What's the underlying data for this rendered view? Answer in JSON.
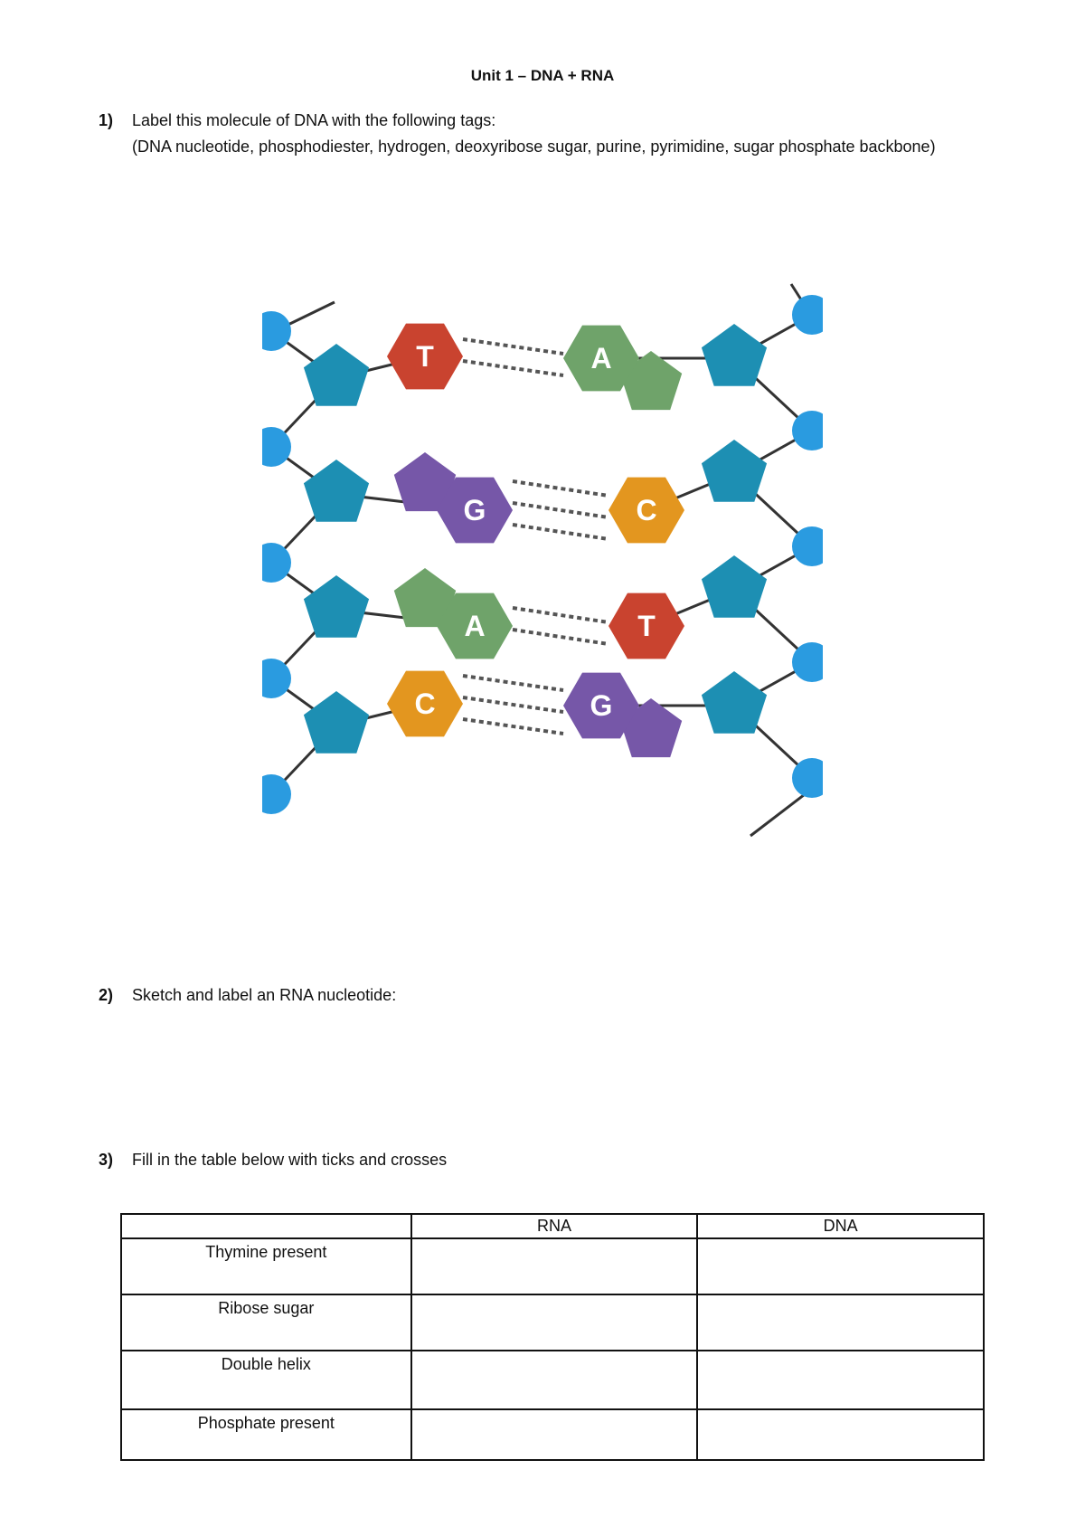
{
  "title": "Unit 1 – DNA + RNA",
  "questions": [
    {
      "number": "1)",
      "line1": "Label this molecule of DNA with the following tags:",
      "line2": "(DNA nucleotide, phosphodiester, hydrogen, deoxyribose sugar, purine, pyrimidine, sugar phosphate backbone)"
    },
    {
      "number": "2)",
      "text": "Sketch and label an RNA nucleotide:"
    },
    {
      "number": "3)",
      "text": "Fill in the table below with ticks and crosses"
    }
  ],
  "diagram": {
    "base_pairs": [
      {
        "left": "T",
        "right": "A"
      },
      {
        "left": "G",
        "right": "C"
      },
      {
        "left": "A",
        "right": "T"
      },
      {
        "left": "C",
        "right": "G"
      }
    ],
    "colors": {
      "phosphate": "#2a9be0",
      "sugar": "#1d8fb3",
      "T": "#c9432f",
      "A": "#6fa36a",
      "G": "#7657a8",
      "C": "#e3961f",
      "backbone_line": "#333333"
    }
  },
  "table": {
    "headers": [
      "",
      "RNA",
      "DNA"
    ],
    "rows": [
      {
        "label": "Thymine present",
        "rna": "",
        "dna": ""
      },
      {
        "label": "Ribose sugar",
        "rna": "",
        "dna": ""
      },
      {
        "label": "Double helix",
        "rna": "",
        "dna": ""
      },
      {
        "label": "Phosphate present",
        "rna": "",
        "dna": ""
      }
    ]
  }
}
